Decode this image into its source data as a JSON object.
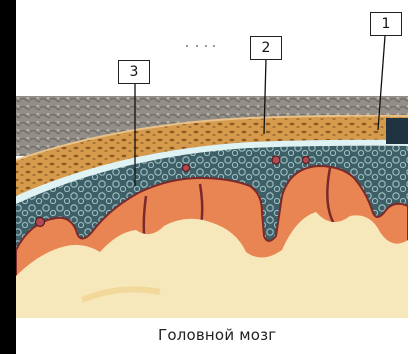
{
  "labels": [
    {
      "id": "1",
      "text": "1"
    },
    {
      "id": "2",
      "text": "2"
    },
    {
      "id": "3",
      "text": "3"
    }
  ],
  "caption": "Головной мозг",
  "colors": {
    "bone": "#cf9445",
    "bone_dark": "#8a5a22",
    "dura": "#dff2f4",
    "arachnoid": "#4d6e74",
    "cortex": "#e88552",
    "white_matter": "#f7e8bc",
    "vessel": "#b24a52",
    "scalp": "#8d8882"
  }
}
